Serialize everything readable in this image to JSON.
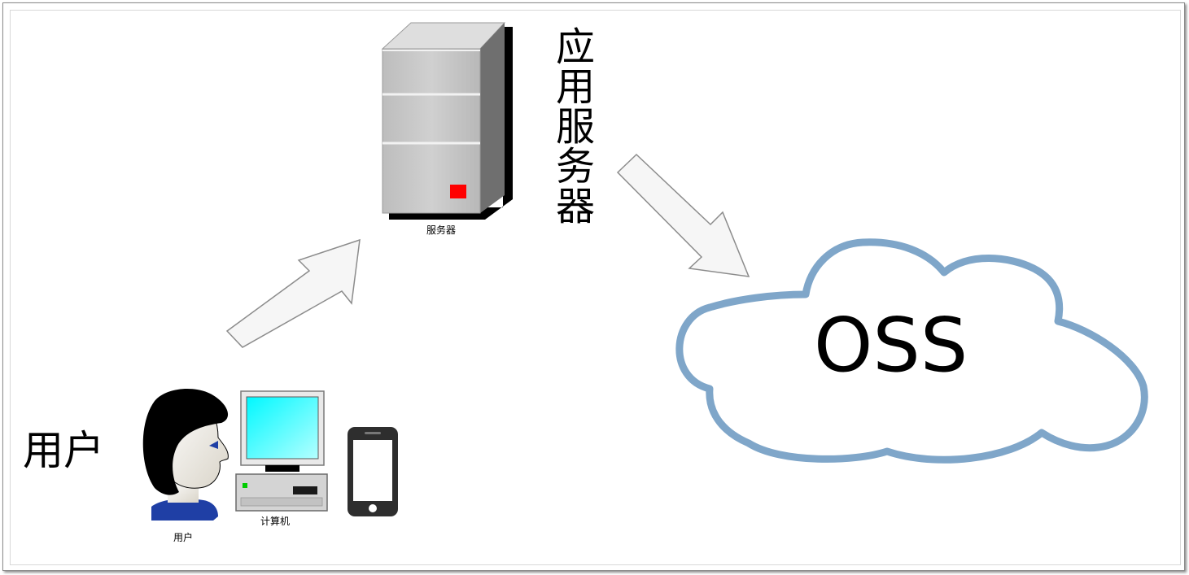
{
  "labels": {
    "server_title": "应用服务器",
    "server_caption": "服务器",
    "user_title": "用户",
    "user_caption": "用户",
    "computer_caption": "计算机",
    "cloud_text": "OSS"
  },
  "colors": {
    "cloud_stroke": "#7fa6c9",
    "server_body": "#c4c4c4",
    "server_side": "#6f6f6f",
    "server_indicator": "#ff0000",
    "monitor_screen": "#00ffff",
    "shirt": "#1f3fa5",
    "arrow_fill": "#f6f6f6",
    "arrow_stroke": "#8c8c8c"
  },
  "icons": [
    "server-icon",
    "user-icon",
    "computer-icon",
    "phone-icon",
    "cloud-icon",
    "arrow-icon"
  ]
}
